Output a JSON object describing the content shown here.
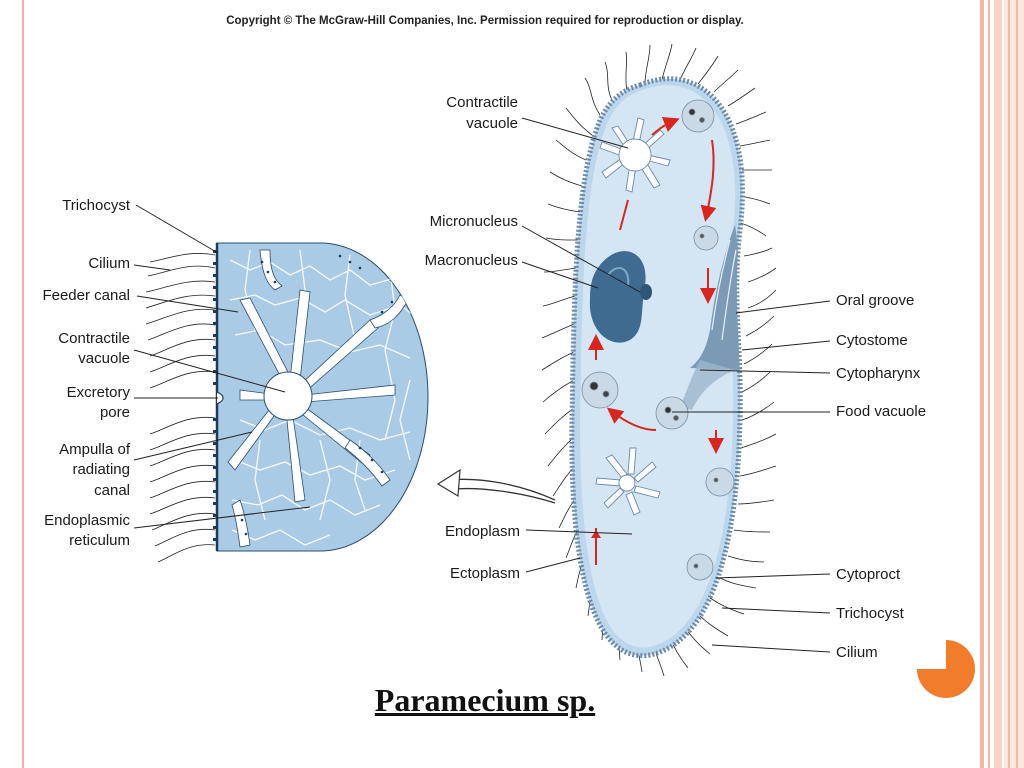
{
  "copyright": "Copyright © The McGraw-Hill Companies, Inc. Permission required for reproduction or display.",
  "title": "Paramecium sp.",
  "colors": {
    "cytoplasm": "#bcd6ec",
    "detail_bg": "#a9cbe6",
    "vacuole_white": "#ffffff",
    "nucleus": "#3e6b8f",
    "arrow": "#d9251d",
    "accent_orange": "#f07c2c",
    "border_peach": "#f6b7a2"
  },
  "left_labels": {
    "trichocyst": "Trichocyst",
    "cilium": "Cilium",
    "feeder_canal": "Feeder canal",
    "contractile_vacuole_1": "Contractile",
    "contractile_vacuole_2": "vacuole",
    "excretory_pore_1": "Excretory",
    "excretory_pore_2": "pore",
    "ampulla_1": "Ampulla of",
    "ampulla_2": "radiating",
    "ampulla_3": "canal",
    "er_1": "Endoplasmic",
    "er_2": "reticulum"
  },
  "center_labels": {
    "contractile_vacuole_1": "Contractile",
    "contractile_vacuole_2": "vacuole",
    "micronucleus": "Micronucleus",
    "macronucleus": "Macronucleus",
    "endoplasm": "Endoplasm",
    "ectoplasm": "Ectoplasm"
  },
  "right_labels": {
    "oral_groove": "Oral groove",
    "cytostome": "Cytostome",
    "cytopharynx": "Cytopharynx",
    "food_vacuole": "Food vacuole",
    "cytoproct": "Cytoproct",
    "trichocyst": "Trichocyst",
    "cilium": "Cilium"
  }
}
